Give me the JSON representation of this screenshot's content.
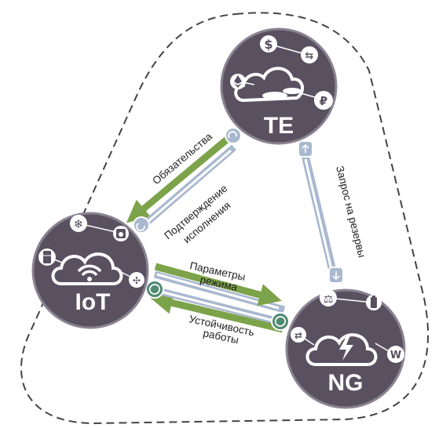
{
  "nodes": {
    "te": {
      "label": "TE"
    },
    "iot": {
      "label": "IoT"
    },
    "ng": {
      "label": "NG"
    }
  },
  "edges": {
    "te_to_iot": "Обязательства",
    "iot_to_te_line1": "Подтверждение",
    "iot_to_te_line2": "исполнения",
    "ng_to_te": "Запрос на резервы",
    "iot_to_ng_line1": "Параметры",
    "iot_to_ng_line2": "режима",
    "ng_to_iot_line1": "Устойчивость",
    "ng_to_iot_line2": "работы"
  },
  "icons": {
    "te": [
      "dollar-icon",
      "exchange-icon",
      "ethereum-icon",
      "ruble-icon",
      "coins-cloud-icon"
    ],
    "iot": [
      "snowflake-icon",
      "washing-machine-icon",
      "fridge-icon",
      "fan-icon",
      "wifi-cloud-icon"
    ],
    "ng": [
      "scales-icon",
      "battery-icon",
      "shuffle-icon",
      "watt-icon",
      "lightning-cloud-icon"
    ]
  },
  "colors": {
    "node_fill": "#5a5160",
    "node_stroke": "#8a8392",
    "arrow_green": "#7ca34a",
    "arrow_blue": "#a8b8cf",
    "dashed_border": "#444444"
  }
}
